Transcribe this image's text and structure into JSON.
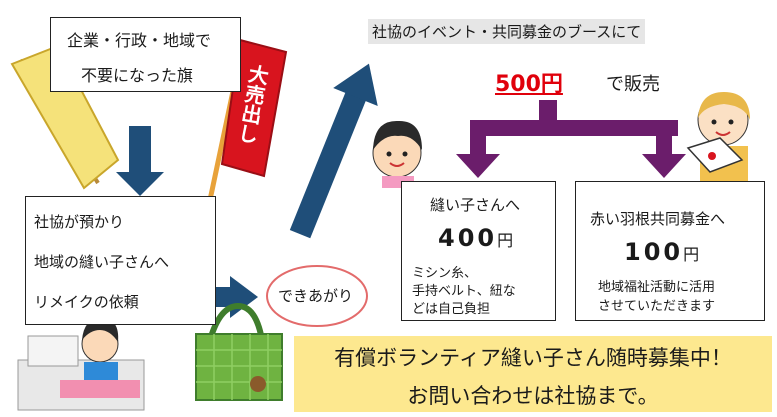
{
  "source_box": {
    "line1": "企業・行政・地域で",
    "line2": "不要になった旗"
  },
  "banner_text": "大売出し",
  "request_box": {
    "line1": "社協が預かり",
    "line2": "地域の縫い子さんへ",
    "line3": "リメイクの依頼"
  },
  "finished_label": "できあがり",
  "sales_heading": "社協のイベント・共同募金のブースにて",
  "price": {
    "amount": "500円",
    "suffix": "で販売"
  },
  "seamstress_box": {
    "title": "縫い子さんへ",
    "amount_digits": "400",
    "amount_unit": "円",
    "note1": "ミシン糸、",
    "note2": "手持ベルト、紐な",
    "note3": "どは自己負担"
  },
  "fund_box": {
    "title": "赤い羽根共同募金へ",
    "amount_digits": "100",
    "amount_unit": "円",
    "note1": "地域福祉活動に活用",
    "note2": "させていただきます"
  },
  "recruit_banner": {
    "line1": "有償ボランティア縫い子さん随時募集中！",
    "line2": "お問い合わせは社協まで。"
  },
  "colors": {
    "arrow_blue": "#1f4e79",
    "arrow_purple": "#6b1d6b",
    "price_red": "#e0000b",
    "banner_yellow": "#fde88f",
    "heading_gray": "#e6e6e6"
  }
}
